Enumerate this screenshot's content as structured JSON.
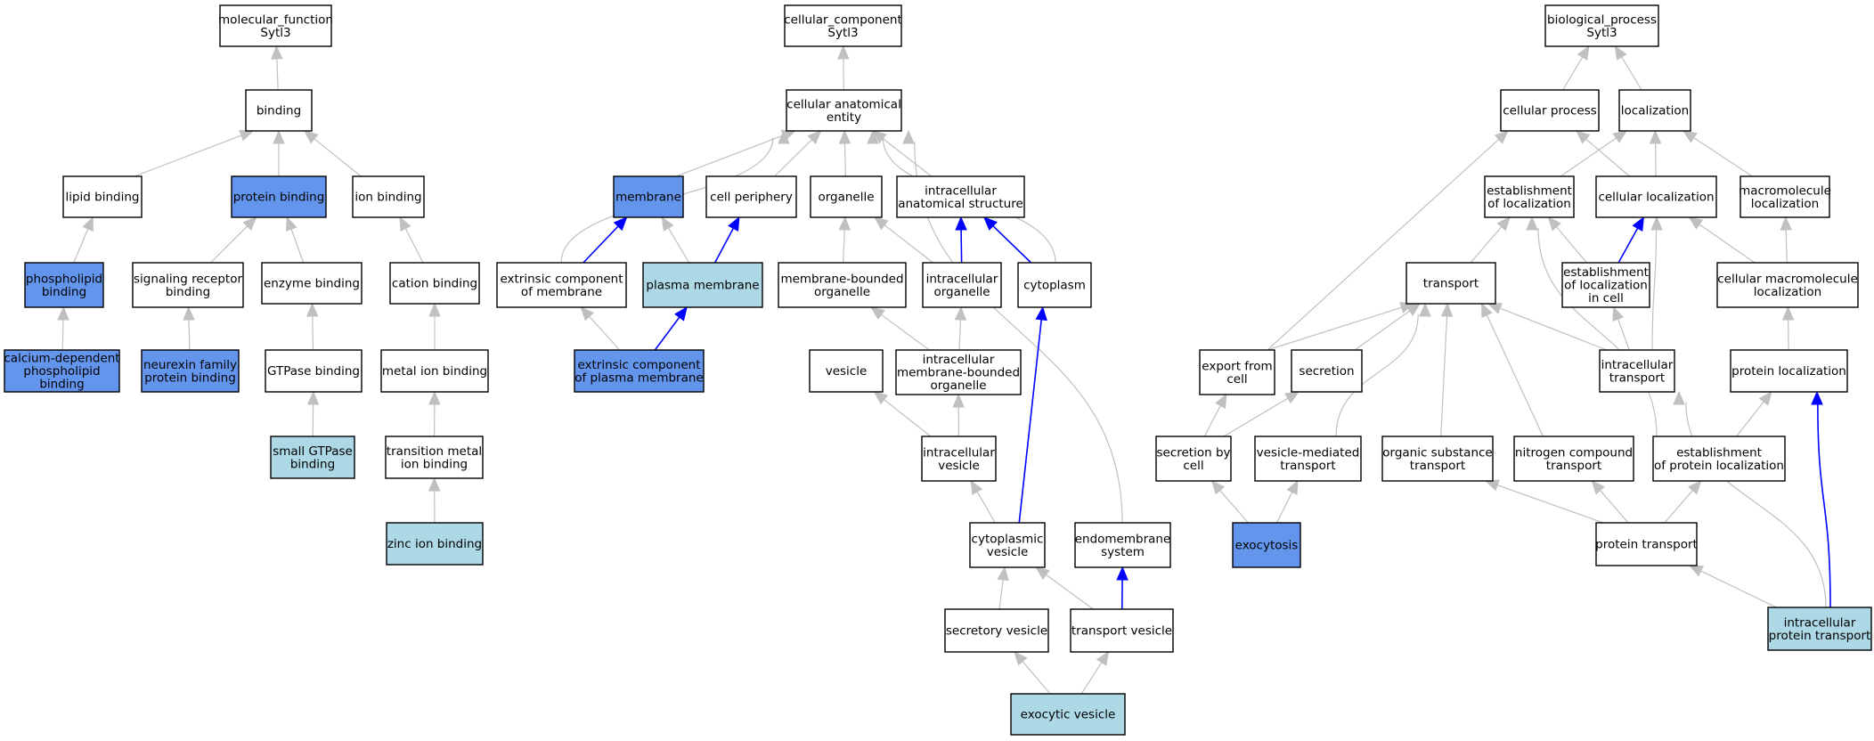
{
  "colors": {
    "default_fill": "#ffffff",
    "annotated_fill": "#6495ed",
    "query_fill": "#add8e6",
    "edge_gray": "#c0c0c0",
    "edge_blue": "#0000ff",
    "stroke": "#000000"
  },
  "nodes": [
    {
      "id": "mf_root",
      "lines": [
        "molecular_function",
        "Sytl3"
      ],
      "style": "default"
    },
    {
      "id": "binding",
      "lines": [
        "binding"
      ],
      "style": "default"
    },
    {
      "id": "lipid_binding",
      "lines": [
        "lipid binding"
      ],
      "style": "default"
    },
    {
      "id": "protein_binding",
      "lines": [
        "protein binding"
      ],
      "style": "annotated"
    },
    {
      "id": "ion_binding",
      "lines": [
        "ion binding"
      ],
      "style": "default"
    },
    {
      "id": "phospholipid_binding",
      "lines": [
        "phospholipid",
        "binding"
      ],
      "style": "annotated"
    },
    {
      "id": "signaling_receptor_binding",
      "lines": [
        "signaling receptor",
        "binding"
      ],
      "style": "default"
    },
    {
      "id": "enzyme_binding",
      "lines": [
        "enzyme binding"
      ],
      "style": "default"
    },
    {
      "id": "cation_binding",
      "lines": [
        "cation binding"
      ],
      "style": "default"
    },
    {
      "id": "ca_dep_phospholipid_binding",
      "lines": [
        "calcium-dependent",
        "phospholipid",
        "binding"
      ],
      "style": "annotated"
    },
    {
      "id": "neurexin_binding",
      "lines": [
        "neurexin family",
        "protein binding"
      ],
      "style": "annotated"
    },
    {
      "id": "gtpase_binding",
      "lines": [
        "GTPase binding"
      ],
      "style": "default"
    },
    {
      "id": "metal_ion_binding",
      "lines": [
        "metal ion binding"
      ],
      "style": "default"
    },
    {
      "id": "small_gtpase_binding",
      "lines": [
        "small GTPase",
        "binding"
      ],
      "style": "query"
    },
    {
      "id": "transition_metal_ion_binding",
      "lines": [
        "transition metal",
        "ion binding"
      ],
      "style": "default"
    },
    {
      "id": "zinc_ion_binding",
      "lines": [
        "zinc ion binding"
      ],
      "style": "query"
    },
    {
      "id": "cc_root",
      "lines": [
        "cellular_component",
        "Sytl3"
      ],
      "style": "default"
    },
    {
      "id": "cellular_anatomical_entity",
      "lines": [
        "cellular anatomical",
        "entity"
      ],
      "style": "default"
    },
    {
      "id": "membrane",
      "lines": [
        "membrane"
      ],
      "style": "annotated"
    },
    {
      "id": "cell_periphery",
      "lines": [
        "cell periphery"
      ],
      "style": "default"
    },
    {
      "id": "organelle",
      "lines": [
        "organelle"
      ],
      "style": "default"
    },
    {
      "id": "intracellular_anatomical_structure",
      "lines": [
        "intracellular",
        "anatomical structure"
      ],
      "style": "default"
    },
    {
      "id": "extrinsic_component_of_membrane",
      "lines": [
        "extrinsic component",
        "of membrane"
      ],
      "style": "default"
    },
    {
      "id": "plasma_membrane",
      "lines": [
        "plasma membrane"
      ],
      "style": "query"
    },
    {
      "id": "membrane_bounded_organelle",
      "lines": [
        "membrane-bounded",
        "organelle"
      ],
      "style": "default"
    },
    {
      "id": "intracellular_organelle",
      "lines": [
        "intracellular",
        "organelle"
      ],
      "style": "default"
    },
    {
      "id": "cytoplasm",
      "lines": [
        "cytoplasm"
      ],
      "style": "default"
    },
    {
      "id": "extrinsic_component_of_plasma_membrane",
      "lines": [
        "extrinsic component",
        "of plasma membrane"
      ],
      "style": "annotated"
    },
    {
      "id": "vesicle",
      "lines": [
        "vesicle"
      ],
      "style": "default"
    },
    {
      "id": "intracellular_mbo",
      "lines": [
        "intracellular",
        "membrane-bounded",
        "organelle"
      ],
      "style": "default"
    },
    {
      "id": "intracellular_vesicle",
      "lines": [
        "intracellular",
        "vesicle"
      ],
      "style": "default"
    },
    {
      "id": "cytoplasmic_vesicle",
      "lines": [
        "cytoplasmic",
        "vesicle"
      ],
      "style": "default"
    },
    {
      "id": "endomembrane_system",
      "lines": [
        "endomembrane",
        "system"
      ],
      "style": "default"
    },
    {
      "id": "secretory_vesicle",
      "lines": [
        "secretory vesicle"
      ],
      "style": "default"
    },
    {
      "id": "transport_vesicle",
      "lines": [
        "transport vesicle"
      ],
      "style": "default"
    },
    {
      "id": "exocytic_vesicle",
      "lines": [
        "exocytic vesicle"
      ],
      "style": "query"
    },
    {
      "id": "bp_root",
      "lines": [
        "biological_process",
        "Sytl3"
      ],
      "style": "default"
    },
    {
      "id": "cellular_process",
      "lines": [
        "cellular process"
      ],
      "style": "default"
    },
    {
      "id": "localization",
      "lines": [
        "localization"
      ],
      "style": "default"
    },
    {
      "id": "establishment_of_localization",
      "lines": [
        "establishment",
        "of localization"
      ],
      "style": "default"
    },
    {
      "id": "cellular_localization",
      "lines": [
        "cellular localization"
      ],
      "style": "default"
    },
    {
      "id": "macromolecule_localization",
      "lines": [
        "macromolecule",
        "localization"
      ],
      "style": "default"
    },
    {
      "id": "transport",
      "lines": [
        "transport"
      ],
      "style": "default"
    },
    {
      "id": "establishment_of_localization_in_cell",
      "lines": [
        "establishment",
        "of localization",
        "in cell"
      ],
      "style": "default"
    },
    {
      "id": "cellular_macromolecule_localization",
      "lines": [
        "cellular macromolecule",
        "localization"
      ],
      "style": "default"
    },
    {
      "id": "export_from_cell",
      "lines": [
        "export from",
        "cell"
      ],
      "style": "default"
    },
    {
      "id": "secretion",
      "lines": [
        "secretion"
      ],
      "style": "default"
    },
    {
      "id": "intracellular_transport",
      "lines": [
        "intracellular",
        "transport"
      ],
      "style": "default"
    },
    {
      "id": "protein_localization",
      "lines": [
        "protein localization"
      ],
      "style": "default"
    },
    {
      "id": "secretion_by_cell",
      "lines": [
        "secretion by",
        "cell"
      ],
      "style": "default"
    },
    {
      "id": "vesicle_mediated_transport",
      "lines": [
        "vesicle-mediated",
        "transport"
      ],
      "style": "default"
    },
    {
      "id": "organic_substance_transport",
      "lines": [
        "organic substance",
        "transport"
      ],
      "style": "default"
    },
    {
      "id": "nitrogen_compound_transport",
      "lines": [
        "nitrogen compound",
        "transport"
      ],
      "style": "default"
    },
    {
      "id": "establishment_of_protein_localization",
      "lines": [
        "establishment",
        "of protein localization"
      ],
      "style": "default"
    },
    {
      "id": "exocytosis",
      "lines": [
        "exocytosis"
      ],
      "style": "annotated"
    },
    {
      "id": "protein_transport",
      "lines": [
        "protein transport"
      ],
      "style": "default"
    },
    {
      "id": "intracellular_protein_transport",
      "lines": [
        "intracellular",
        "protein transport"
      ],
      "style": "query"
    }
  ]
}
